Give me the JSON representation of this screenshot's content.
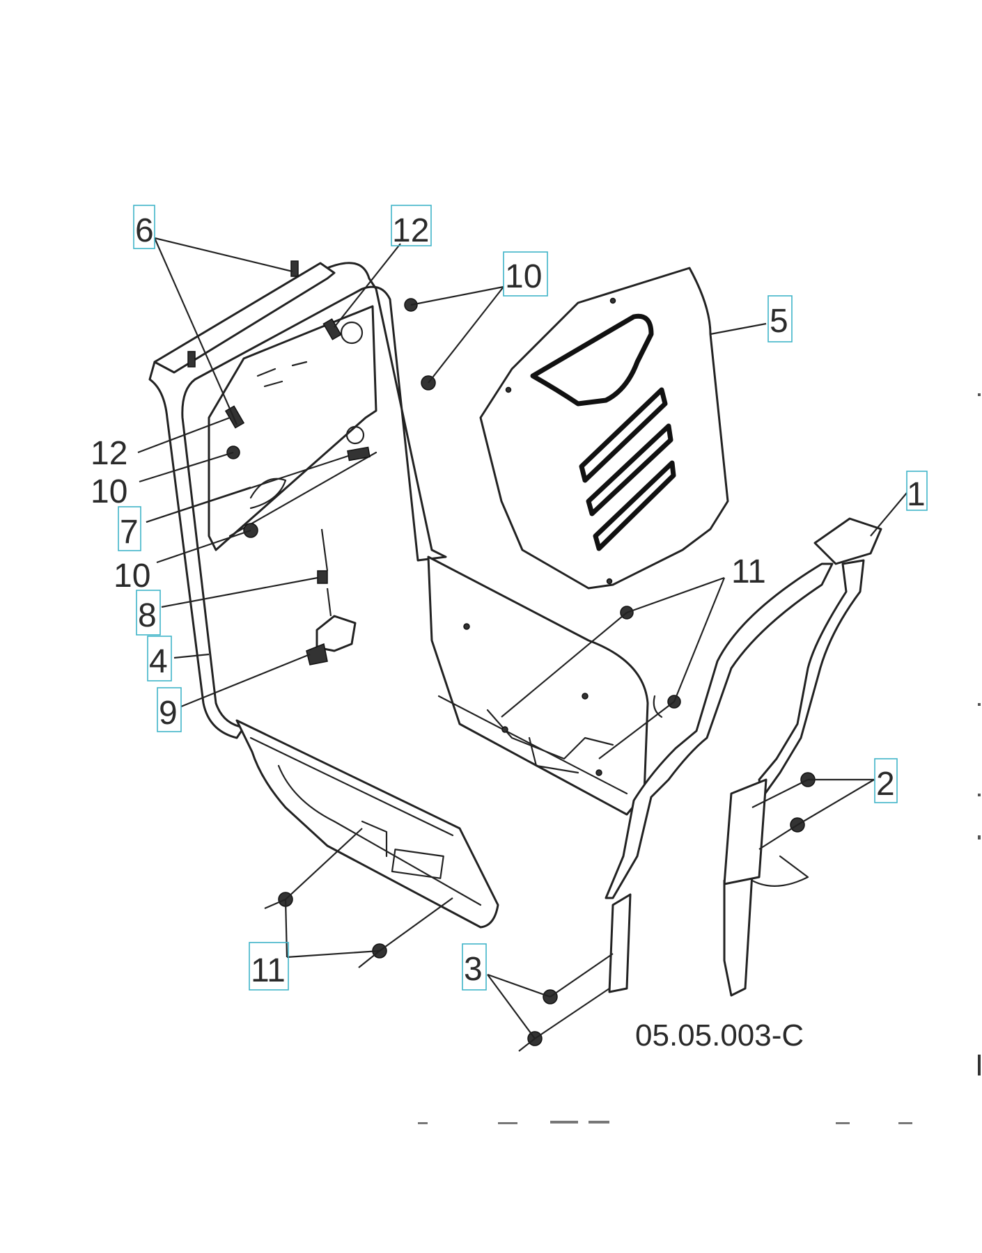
{
  "callouts": {
    "c1": "1",
    "c2": "2",
    "c3": "3",
    "c4": "4",
    "c5": "5",
    "c6": "6",
    "c7": "7",
    "c8": "8",
    "c9": "9",
    "c10_top": "10",
    "c10_left_a": "10",
    "c10_left_b": "10",
    "c11_right": "11",
    "c11_bottom": "11",
    "c12_top": "12",
    "c12_left": "12"
  },
  "drawing_code": "05.05.003-C",
  "colors": {
    "line": "#222222",
    "callout_box": "#3fb4c8",
    "background": "#ffffff"
  }
}
